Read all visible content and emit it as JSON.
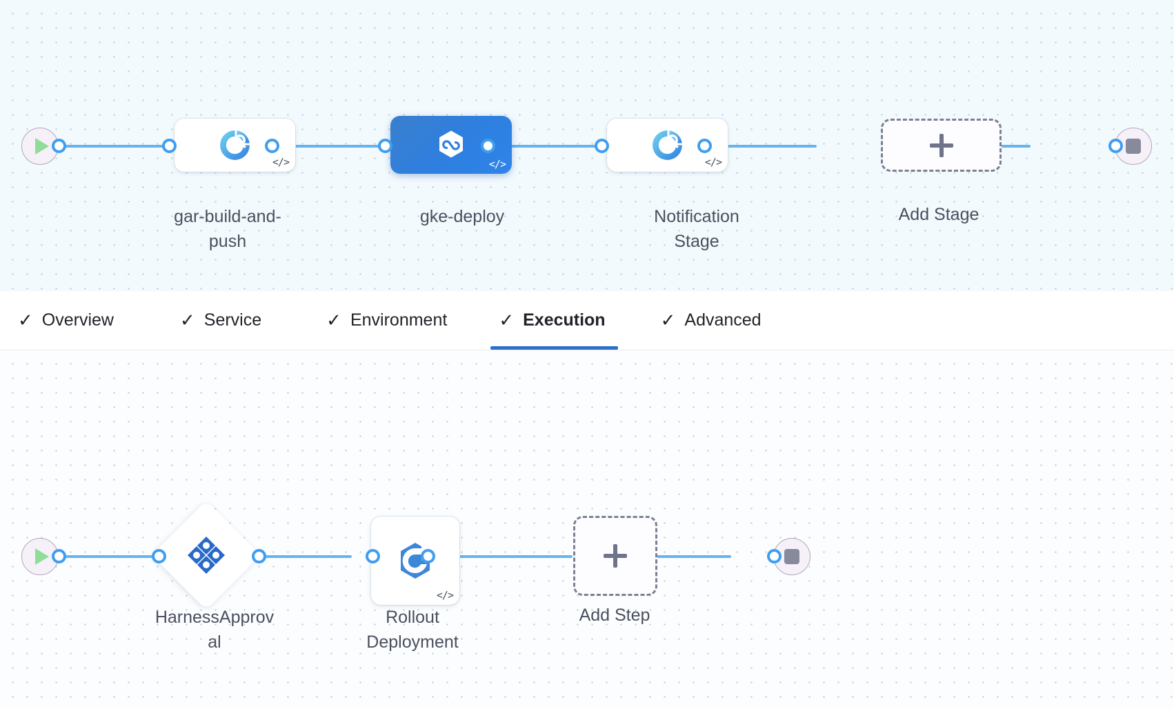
{
  "pipeline": {
    "stage_canvas": {
      "start_node": {
        "icon": "play-icon",
        "name": "pipeline-start"
      },
      "end_node": {
        "icon": "stop-icon",
        "name": "pipeline-end"
      },
      "stages": [
        {
          "label": "gar-build-and-\npush",
          "icon": "harness-ci-icon",
          "badge": "</>",
          "selected": false
        },
        {
          "label": "gke-deploy",
          "icon": "harness-cd-hexagon-icon",
          "badge": "</>",
          "selected": true
        },
        {
          "label": "Notification\nStage",
          "icon": "harness-ci-icon",
          "badge": "</>",
          "selected": false
        }
      ],
      "add_stage": {
        "label": "Add Stage",
        "icon": "plus-icon"
      }
    },
    "step_canvas": {
      "start_node": {
        "icon": "play-icon",
        "name": "execution-start"
      },
      "end_node": {
        "icon": "stop-icon",
        "name": "execution-end"
      },
      "steps": [
        {
          "label": "HarnessApprov\nal",
          "icon": "harness-approval-icon",
          "shape": "diamond",
          "badge": ""
        },
        {
          "label": "Rollout\nDeployment",
          "icon": "kubernetes-rollout-icon",
          "shape": "square",
          "badge": "</>"
        }
      ],
      "add_step": {
        "label": "Add Step",
        "icon": "plus-icon"
      }
    }
  },
  "tabs": [
    {
      "id": "overview",
      "label": "Overview",
      "tick": "✓",
      "active": false
    },
    {
      "id": "service",
      "label": "Service",
      "tick": "✓",
      "active": false
    },
    {
      "id": "environment",
      "label": "Environment",
      "tick": "✓",
      "active": false
    },
    {
      "id": "execution",
      "label": "Execution",
      "tick": "✓",
      "active": true
    },
    {
      "id": "advanced",
      "label": "Advanced",
      "tick": "✓",
      "active": false
    }
  ],
  "colors": {
    "link": "#64b5ef",
    "port_stroke": "#3f9ef0",
    "selected_stage": "#2e7fe0",
    "active_tab_underline": "#2a6fcb",
    "canvas_top_bg": "#f2fafd",
    "canvas_bottom_bg": "#fbfdfe",
    "grid_dot": "#c3ccd8",
    "label_text": "#4b4f5e",
    "approval_blue": "#2a69c8",
    "k8s_blue": "#3d87d8"
  }
}
